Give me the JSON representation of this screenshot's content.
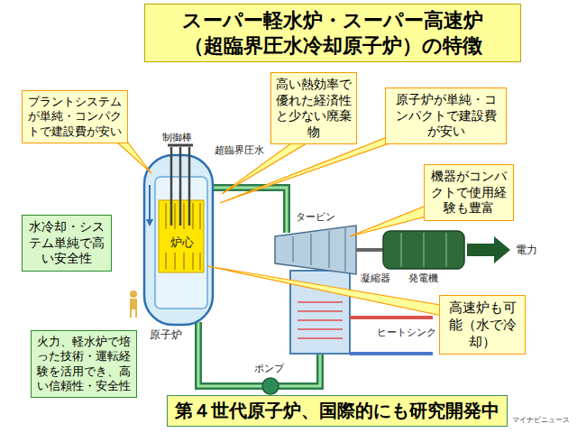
{
  "diagram": {
    "title": "スーパー軽水炉・スーパー高速炉 （超臨界圧水冷却原子炉）の特徴",
    "nodes": [
      {
        "text": [
          "プラントシステムが単純・コンパクトで建設費が安い"
        ]
      },
      {
        "text": [
          "高い熱効率で優れた経済性と少ない廃棄物"
        ]
      },
      {
        "text": [
          "原子炉が単純・コンパクトで建設費が安い"
        ]
      },
      {
        "text": [
          "機器がコンパクトで使用経験も豊富"
        ]
      },
      {
        "text": [
          "水冷却・システム単純で高い安全性"
        ]
      },
      {
        "text": [
          "高速炉も可能（水で冷却）"
        ]
      },
      {
        "text": [
          "火力、軽水炉で培った技術・運転経験を活用でき、高い信頼性・安全性"
        ]
      },
      {
        "text": [
          "第４世代原子炉、国際的にも研究開発中"
        ]
      }
    ],
    "labels": [
      "制御棒",
      "超臨界圧水",
      "炉心",
      "タービン",
      "発電機",
      "電力",
      "凝縮器",
      "ヒートシンク",
      "原子炉",
      "ポンプ",
      "マイナビニュース"
    ]
  }
}
